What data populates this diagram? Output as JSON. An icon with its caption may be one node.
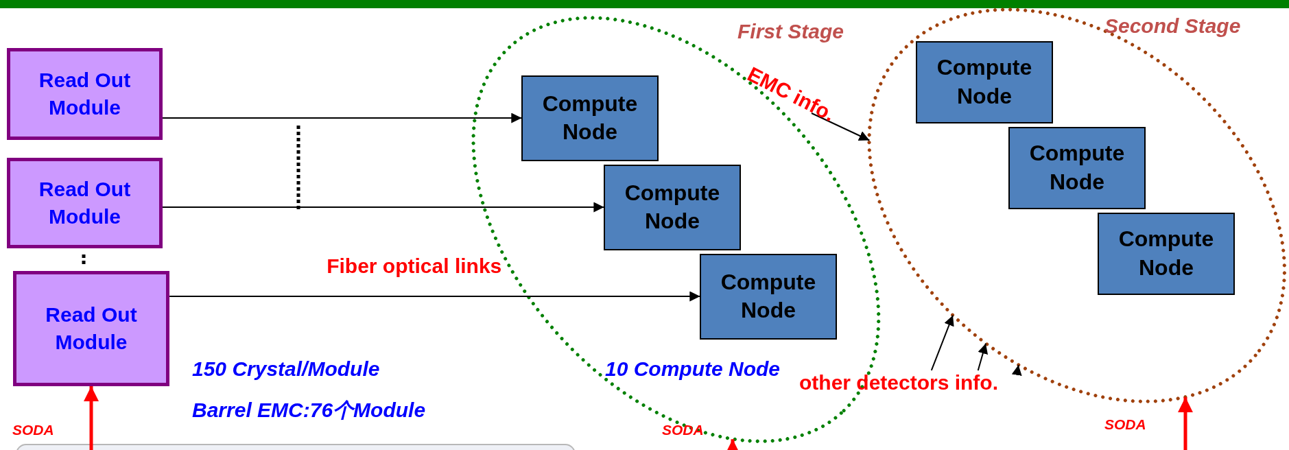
{
  "diagram": {
    "nodes": [
      {
        "text": [
          "Read Out Module"
        ]
      },
      {
        "text": [
          "Read Out Module"
        ]
      },
      {
        "text": [
          "Read Out Module"
        ]
      },
      {
        "text": [
          "First Stage"
        ]
      },
      {
        "text": [
          "Compute Node"
        ],
        "in": 3
      },
      {
        "text": [
          "Compute Node"
        ],
        "in": 3
      },
      {
        "text": [
          "Compute Node"
        ],
        "in": 3
      },
      {
        "text": [
          "Second Stage"
        ]
      },
      {
        "text": [
          "Compute Node"
        ],
        "in": 7
      },
      {
        "text": [
          "Compute Node"
        ],
        "in": 7
      },
      {
        "text": [
          "Compute Node"
        ],
        "in": 7
      },
      {
        "text": [
          "other detectors info."
        ]
      }
    ],
    "edges": [
      {
        "from": 0,
        "to": 4,
        "arrow": "to"
      },
      {
        "from": 1,
        "to": 5,
        "arrow": "to"
      },
      {
        "from": 2,
        "to": 6,
        "arrow": "to",
        "label": "Fiber optical links"
      },
      {
        "from": null,
        "to": 7,
        "arrow": "to",
        "label": "EMC info."
      },
      {
        "from": 11,
        "to": 7,
        "arrow": "to"
      },
      {
        "from": 11,
        "to": 7,
        "arrow": "to"
      },
      {
        "from": 11,
        "to": 7,
        "arrow": "to"
      },
      {
        "from": null,
        "to": 2,
        "arrow": "to",
        "style": "thick",
        "color": "#ff0000"
      },
      {
        "from": null,
        "to": 3,
        "arrow": "to",
        "style": "thick",
        "color": "#ff0000"
      },
      {
        "from": null,
        "to": 7,
        "arrow": "to",
        "style": "thick",
        "color": "#ff0000"
      }
    ],
    "labels": [
      "150 Crystal/Module",
      "10 Compute Node",
      "Barrel EMC:76个Module",
      "SODA",
      "SODA",
      "SODA"
    ]
  }
}
